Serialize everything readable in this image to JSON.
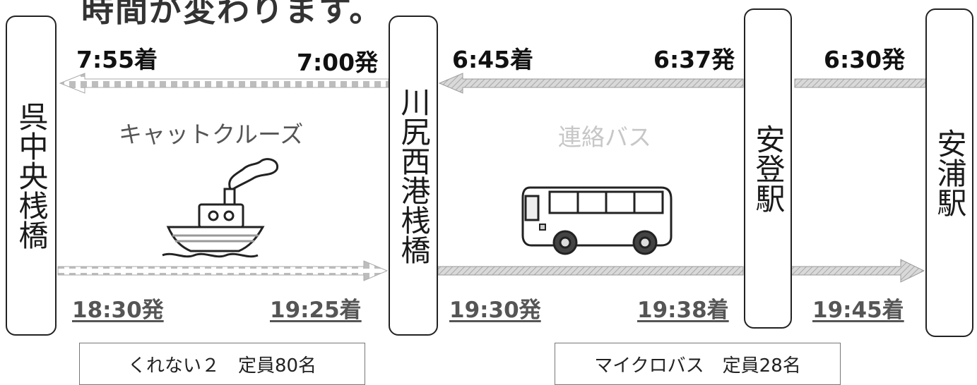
{
  "heading": "時間が変わります。",
  "stations": {
    "kure": "呉中央桟橋",
    "kawajiri": "川尻西港桟橋",
    "ato": "安登駅",
    "yasuura": "安浦駅"
  },
  "routes": {
    "ferry": {
      "name": "キャットクルーズ",
      "info": "くれない２　定員80名"
    },
    "bus": {
      "name": "連絡バス",
      "info": "マイクロバス　定員28名"
    }
  },
  "morning": {
    "kure_arrive": "7:55着",
    "kawajiri_depart": "7:00発",
    "kawajiri_arrive": "6:45着",
    "ato_depart": "6:37発",
    "yasuura_depart": "6:30発"
  },
  "evening": {
    "kure_depart": "18:30発",
    "kawajiri_arrive": "19:25着",
    "kawajiri_depart": "19:30発",
    "ato_arrive": "19:38着",
    "yasuura_arrive": "19:45着"
  },
  "colors": {
    "arrow_fill": "#d4d4d4",
    "arrow_stroke": "#9a9a9a",
    "border": "#222222"
  }
}
